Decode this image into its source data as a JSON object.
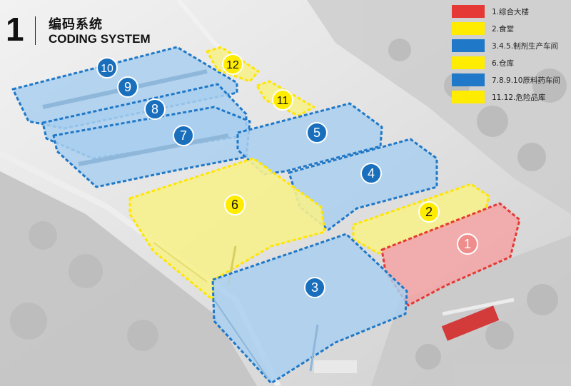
{
  "header": {
    "number": "1",
    "title_cn": "编码系统",
    "title_en": "CODING SYSTEM"
  },
  "colors": {
    "red": "#e53935",
    "yellow": "#ffec00",
    "blue": "#1f78c8",
    "red_fill": "#f4a4a4",
    "yellow_fill": "#f6ef8d",
    "blue_fill": "#a9cfee"
  },
  "legend": [
    {
      "color": "#e53935",
      "label": "1.综合大楼"
    },
    {
      "color": "#ffec00",
      "label": "2.食堂"
    },
    {
      "color": "#1f78c8",
      "label": "3.4.5.制剂生产车间"
    },
    {
      "color": "#ffec00",
      "label": "6.仓库"
    },
    {
      "color": "#1f78c8",
      "label": "7.8.9.10原料药车间"
    },
    {
      "color": "#ffec00",
      "label": "11.12.危险品库"
    }
  ],
  "buildings": [
    {
      "id": "1",
      "category": "red"
    },
    {
      "id": "2",
      "category": "yellow"
    },
    {
      "id": "3",
      "category": "blue"
    },
    {
      "id": "4",
      "category": "blue"
    },
    {
      "id": "5",
      "category": "blue"
    },
    {
      "id": "6",
      "category": "yellow"
    },
    {
      "id": "7",
      "category": "blue"
    },
    {
      "id": "8",
      "category": "blue"
    },
    {
      "id": "9",
      "category": "blue"
    },
    {
      "id": "10",
      "category": "blue"
    },
    {
      "id": "11",
      "category": "yellow"
    },
    {
      "id": "12",
      "category": "yellow"
    }
  ]
}
